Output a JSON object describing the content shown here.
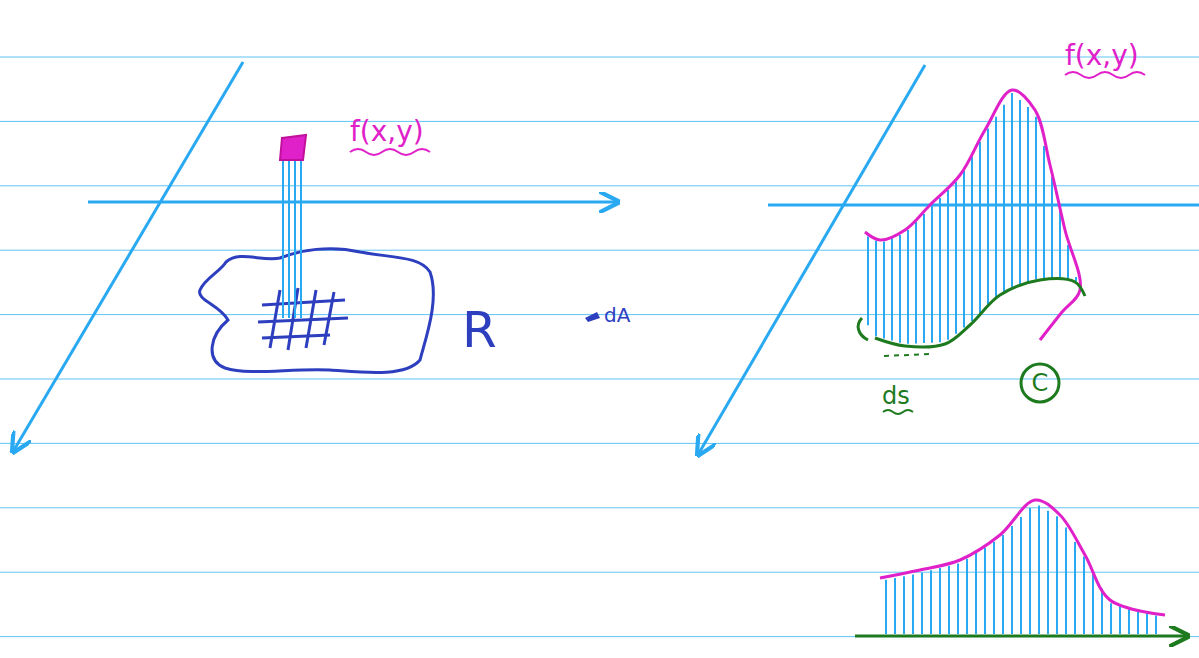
{
  "diagram": {
    "nodes": [
      {
        "text": [
          "C"
        ]
      }
    ],
    "labels": [
      "f(x,y)",
      "R",
      "dA",
      "f(x,y)",
      "ds"
    ]
  }
}
